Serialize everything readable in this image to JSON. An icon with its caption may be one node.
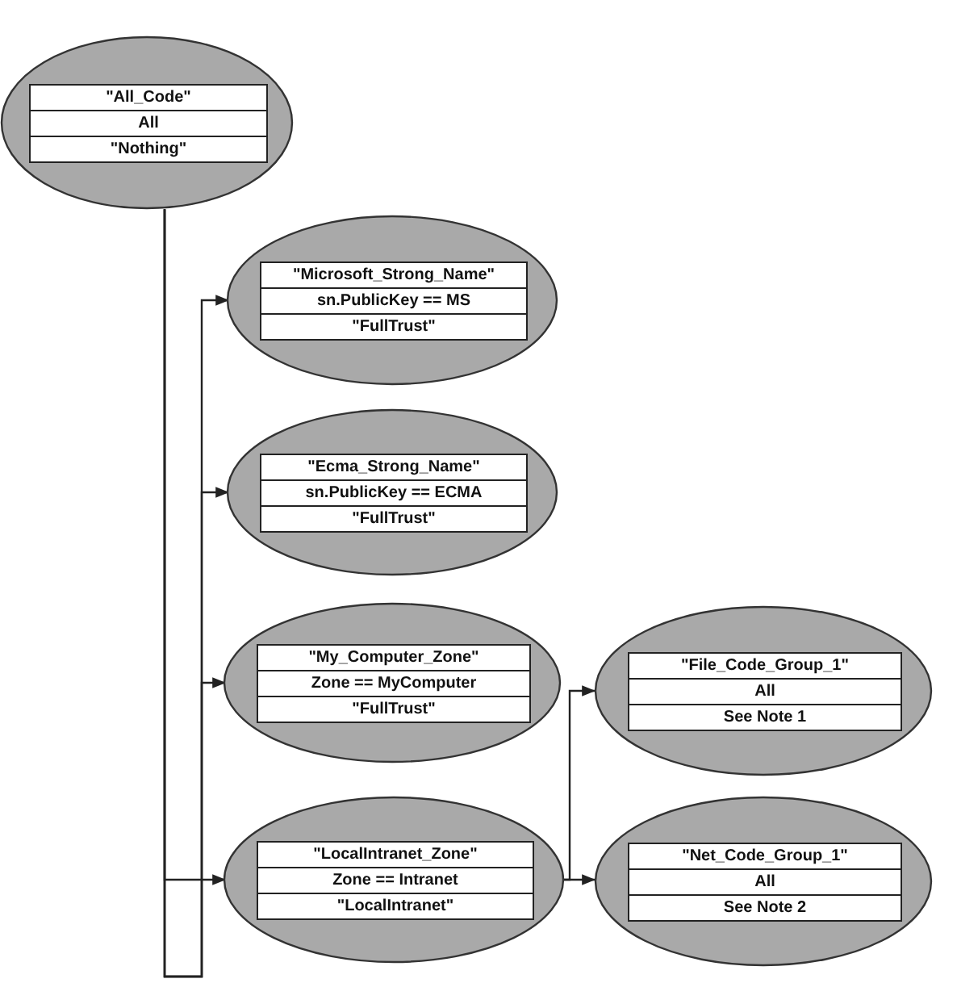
{
  "diagram": {
    "nodes": [
      {
        "text": [
          "\"All_Code\"",
          "All",
          "\"Nothing\""
        ]
      },
      {
        "text": [
          "\"Microsoft_Strong_Name\"",
          "sn.PublicKey == MS",
          "\"FullTrust\""
        ]
      },
      {
        "text": [
          "\"Ecma_Strong_Name\"",
          "sn.PublicKey == ECMA",
          "\"FullTrust\""
        ]
      },
      {
        "text": [
          "\"My_Computer_Zone\"",
          "Zone == MyComputer",
          "\"FullTrust\""
        ]
      },
      {
        "text": [
          "\"LocalIntranet_Zone\"",
          "Zone == Intranet",
          "\"LocalIntranet\""
        ]
      },
      {
        "text": [
          "\"File_Code_Group_1\"",
          "All",
          "See Note 1"
        ]
      },
      {
        "text": [
          "\"Net_Code_Group_1\"",
          "All",
          "See Note 2"
        ]
      }
    ],
    "edges": [
      {
        "from": 0,
        "to": 1,
        "arrow": "to"
      },
      {
        "from": 0,
        "to": 2,
        "arrow": "to"
      },
      {
        "from": 0,
        "to": 3,
        "arrow": "to"
      },
      {
        "from": 0,
        "to": 4,
        "arrow": "to"
      },
      {
        "from": 4,
        "to": 5,
        "arrow": "to"
      },
      {
        "from": 4,
        "to": 6,
        "arrow": "to"
      }
    ]
  }
}
